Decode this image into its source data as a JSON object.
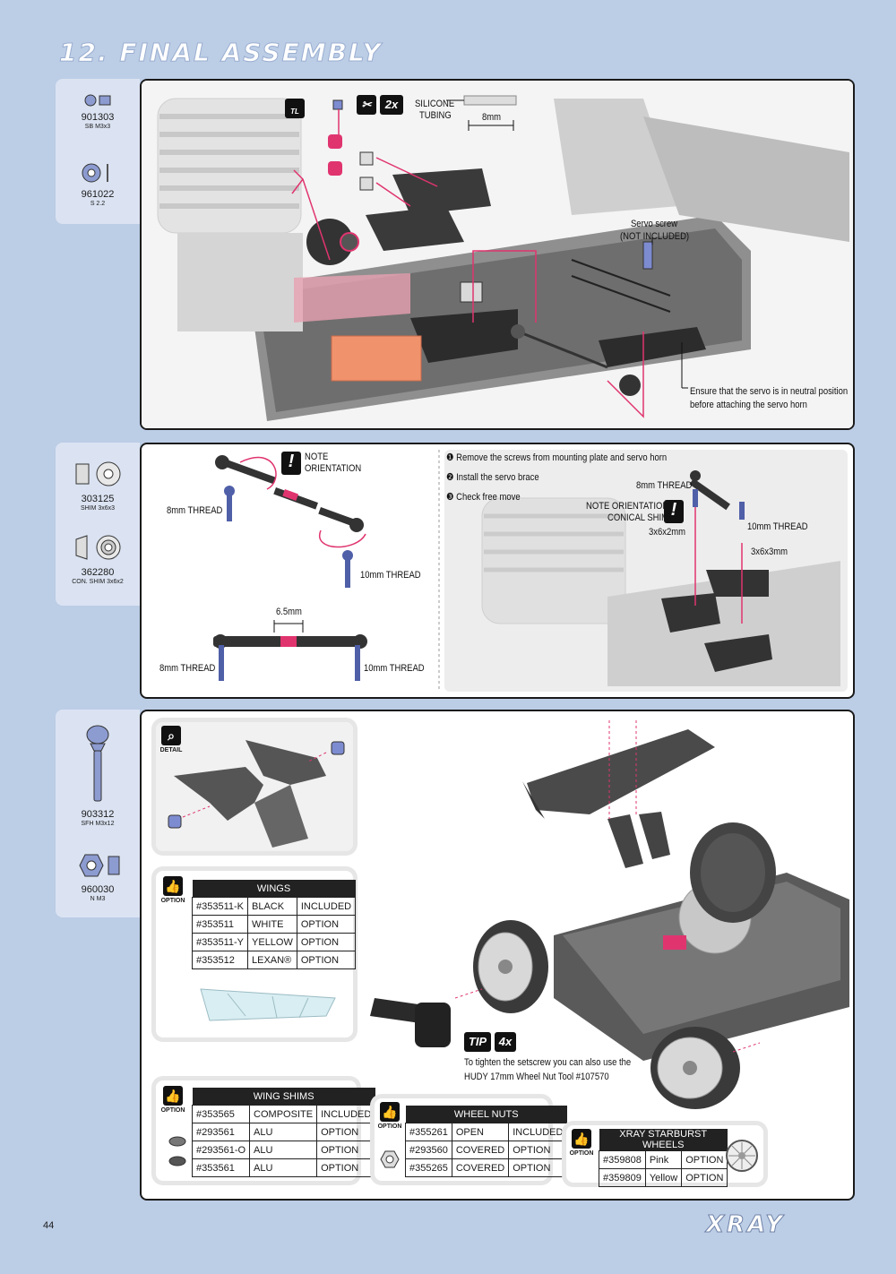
{
  "page": {
    "title": "12. FINAL ASSEMBLY",
    "number": "44",
    "logo": "XRAY"
  },
  "parts_1": [
    {
      "code": "901303",
      "desc": "SB M3x3"
    },
    {
      "code": "961022",
      "desc": "S 2.2"
    }
  ],
  "parts_2": [
    {
      "code": "303125",
      "desc": "SHIM 3x6x3"
    },
    {
      "code": "362280",
      "desc": "CON. SHIM 3x6x2"
    }
  ],
  "parts_3": [
    {
      "code": "903312",
      "desc": "SFH M3x12"
    },
    {
      "code": "960030",
      "desc": "N M3"
    }
  ],
  "step1": {
    "tool_label": "TL",
    "count": "2x",
    "silicone": "SILICONE\nTUBING",
    "silicone_l1": "SILICONE",
    "silicone_l2": "TUBING",
    "tube_len": "8mm",
    "servo_screw_l1": "Servo screw",
    "servo_screw_l2": "(NOT INCLUDED)",
    "note_l1": "Ensure that the servo is in neutral position",
    "note_l2": "before attaching the servo horn"
  },
  "step2": {
    "note_l1": "NOTE",
    "note_l2": "ORIENTATION",
    "thread8_a": "8mm THREAD",
    "thread10_a": "10mm THREAD",
    "gap": "6.5mm",
    "thread8_b": "8mm THREAD",
    "thread10_b": "10mm THREAD",
    "instr1": "Remove the screws from mounting plate and servo horn",
    "instr2": "Install the servo brace",
    "instr3": "Check free move",
    "thread8_c": "8mm THREAD",
    "orient_l1": "NOTE ORIENTATION",
    "orient_l2": "CONICAL SHIM",
    "shim_a": "3x6x2mm",
    "thread10_c": "10mm THREAD",
    "shim_b": "3x6x3mm"
  },
  "step3": {
    "detail": "DETAIL",
    "option": "OPTION",
    "tip": "TIP",
    "tip_count": "4x",
    "tip_l1": "To tighten the setscrew you can also use the",
    "tip_l2": "HUDY 17mm Wheel Nut Tool #107570"
  },
  "wings": {
    "title": "WINGS",
    "rows": [
      [
        "#353511-K",
        "BLACK",
        "INCLUDED"
      ],
      [
        "#353511",
        "WHITE",
        "OPTION"
      ],
      [
        "#353511-Y",
        "YELLOW",
        "OPTION"
      ],
      [
        "#353512",
        "LEXAN®",
        "OPTION"
      ]
    ]
  },
  "wing_shims": {
    "title": "WING SHIMS",
    "rows": [
      [
        "#353565",
        "COMPOSITE",
        "INCLUDED"
      ],
      [
        "#293561",
        "ALU",
        "OPTION"
      ],
      [
        "#293561-O",
        "ALU",
        "OPTION"
      ],
      [
        "#353561",
        "ALU",
        "OPTION"
      ]
    ]
  },
  "wheel_nuts": {
    "title": "WHEEL NUTS",
    "rows": [
      [
        "#355261",
        "OPEN",
        "INCLUDED"
      ],
      [
        "#293560",
        "COVERED",
        "OPTION"
      ],
      [
        "#355265",
        "COVERED",
        "OPTION"
      ]
    ]
  },
  "starburst": {
    "title": "XRAY STARBURST WHEELS",
    "rows": [
      [
        "#359808",
        "Pink",
        "OPTION"
      ],
      [
        "#359809",
        "Yellow",
        "OPTION"
      ]
    ]
  },
  "colors": {
    "accent": "#e0346f",
    "bg": "#bccde6",
    "panel": "#dbe3f2"
  }
}
